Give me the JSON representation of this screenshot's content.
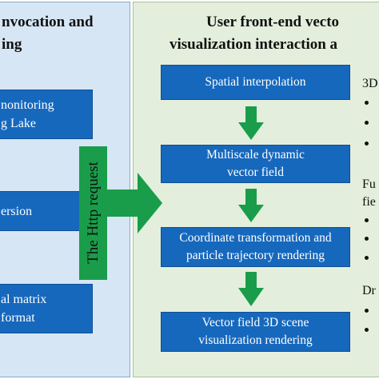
{
  "left": {
    "heading": [
      "nvocation and",
      "ing"
    ],
    "boxes": [
      [
        "nonitoring",
        "g Lake"
      ],
      [
        "ersion"
      ],
      [
        "al matrix",
        "format"
      ]
    ]
  },
  "connector": {
    "label": "The Http request"
  },
  "right": {
    "heading": [
      "User front-end vecto",
      "visualization interaction a"
    ],
    "steps": [
      [
        "Spatial interpolation"
      ],
      [
        "Multiscale dynamic",
        "vector field"
      ],
      [
        "Coordinate transformation and",
        "particle trajectory rendering"
      ],
      [
        "Vector field 3D scene",
        "visualization rendering"
      ]
    ],
    "side_labels": [
      [
        "3D"
      ],
      [
        "Fu",
        "fie"
      ],
      [
        "Dr"
      ]
    ]
  },
  "colors": {
    "box_fill": "#1668bd",
    "arrow_green": "#1a9d4a",
    "left_panel": "#d6e6f5",
    "right_panel": "#e3efdc"
  }
}
